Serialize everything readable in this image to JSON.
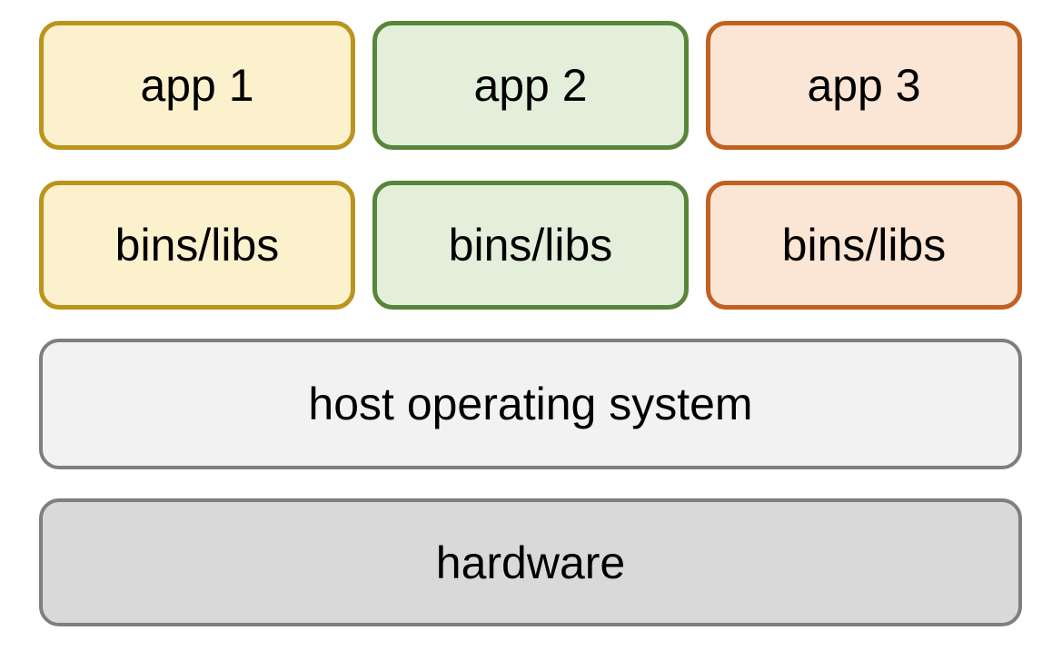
{
  "canvas": {
    "background": "#ffffff",
    "label_color": "#000000"
  },
  "app_stacks": [
    {
      "app_label": "app 1",
      "bins_label": "bins/libs",
      "fill": "#fcf1cd",
      "border": "#bc941c"
    },
    {
      "app_label": "app 2",
      "bins_label": "bins/libs",
      "fill": "#e3efda",
      "border": "#59853a"
    },
    {
      "app_label": "app 3",
      "bins_label": "bins/libs",
      "fill": "#fbe5d5",
      "border": "#c26021"
    }
  ],
  "layers": [
    {
      "label": "host operating system",
      "fill": "#f2f2f2",
      "border": "#7f7f7f"
    },
    {
      "label": "hardware",
      "fill": "#d9d9d9",
      "border": "#7f7f7f"
    }
  ]
}
